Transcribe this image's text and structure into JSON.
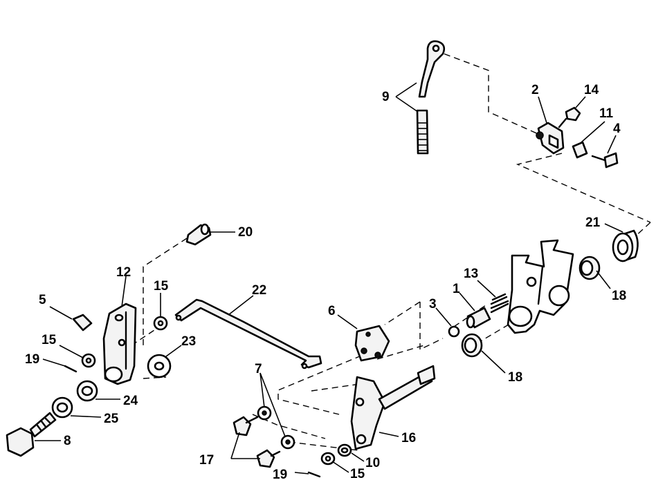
{
  "diagram": {
    "labels": {
      "l1": "1",
      "l2": "2",
      "l3": "3",
      "l4": "4",
      "l5": "5",
      "l6": "6",
      "l7": "7",
      "l8": "8",
      "l9": "9",
      "l10": "10",
      "l11": "11",
      "l12": "12",
      "l13": "13",
      "l14": "14",
      "l15a": "15",
      "l15b": "15",
      "l15c": "15",
      "l16": "16",
      "l17": "17",
      "l18a": "18",
      "l18b": "18",
      "l19a": "19",
      "l19b": "19",
      "l20": "20",
      "l21": "21",
      "l22": "22",
      "l23": "23",
      "l24": "24",
      "l25": "25"
    }
  }
}
